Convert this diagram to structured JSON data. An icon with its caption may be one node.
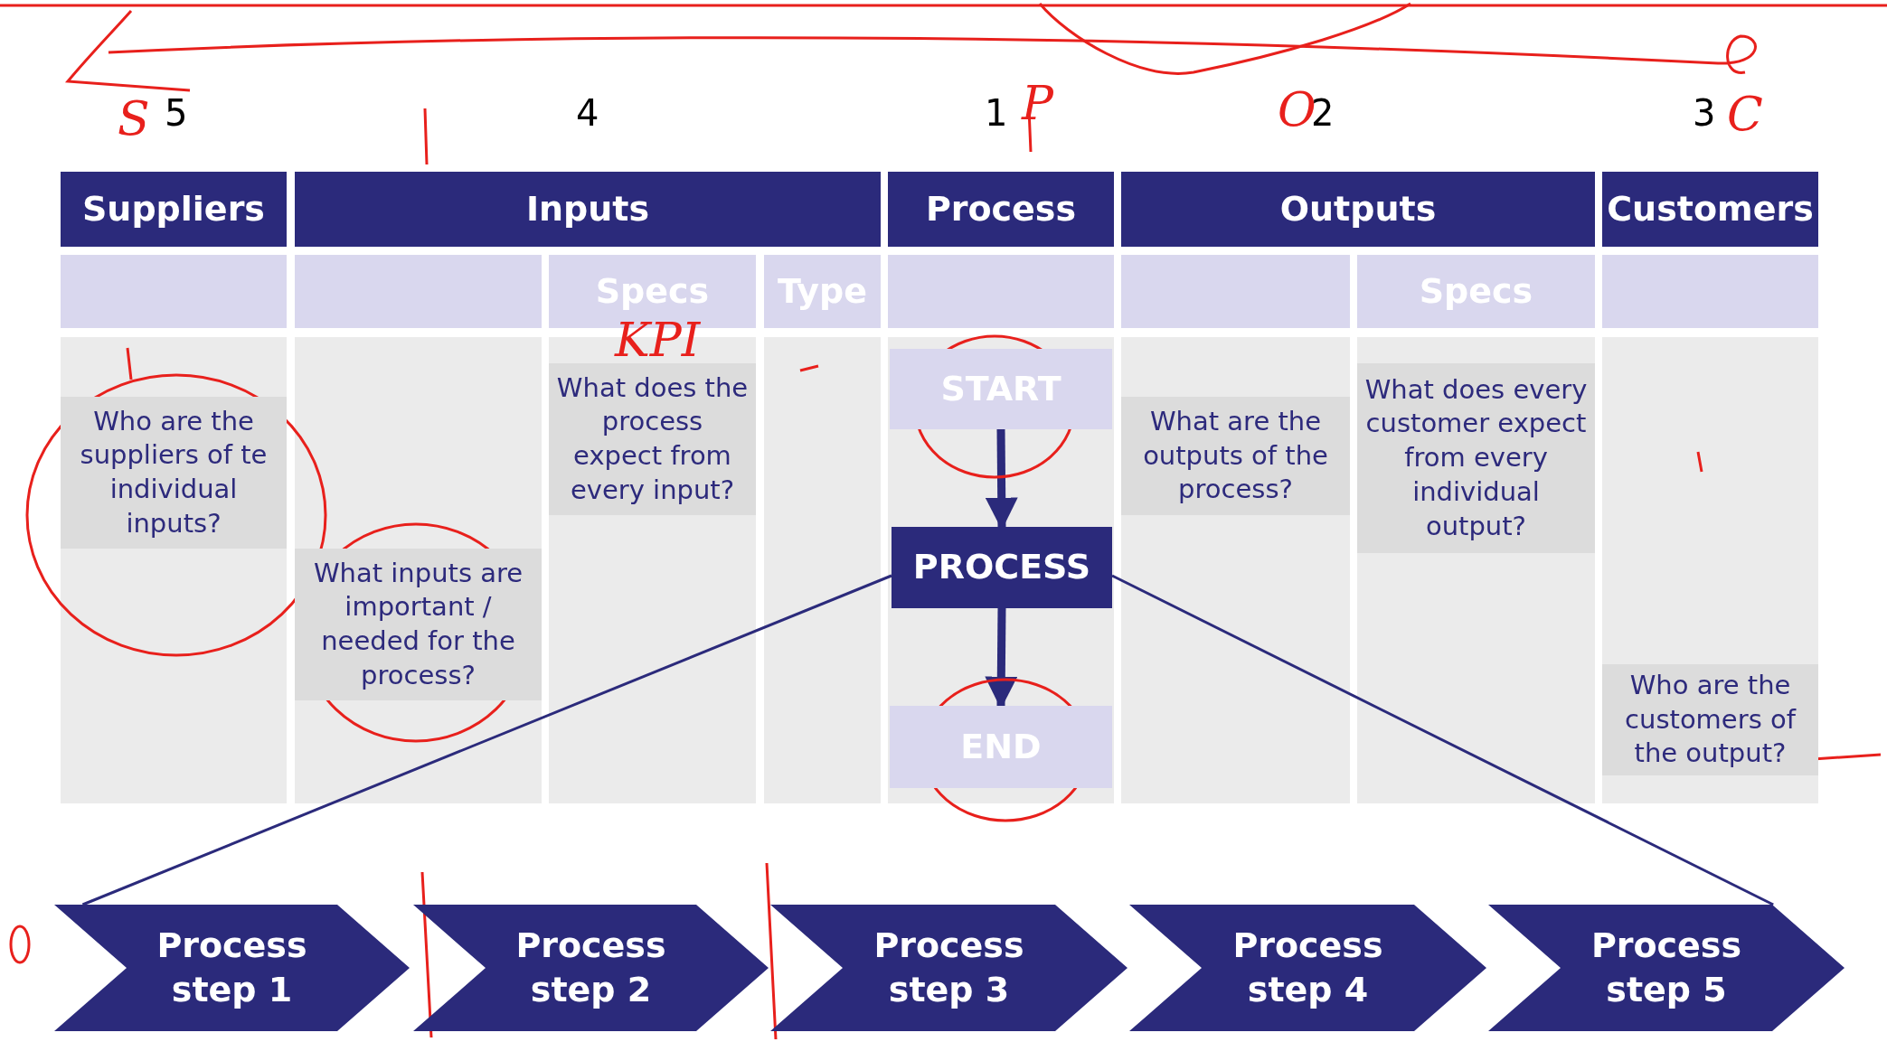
{
  "diagram": {
    "nodes": [
      {
        "text": [
          "Suppliers"
        ]
      },
      {
        "text": [
          "Inputs"
        ]
      },
      {
        "text": [
          "Process"
        ]
      },
      {
        "text": [
          "Outputs"
        ]
      },
      {
        "text": [
          "Customers"
        ]
      },
      {
        "text": [],
        "shape": "box"
      },
      {
        "text": [],
        "shape": "box"
      },
      {
        "text": [
          "Specs"
        ]
      },
      {
        "text": [
          "Type"
        ]
      },
      {
        "text": [],
        "shape": "box"
      },
      {
        "text": [],
        "shape": "box"
      },
      {
        "text": [
          "Specs"
        ]
      },
      {
        "text": [],
        "shape": "box"
      },
      {
        "text": [
          "Who are the suppliers of te individual inputs?"
        ]
      },
      {
        "text": [
          "What inputs are important / needed for the process?"
        ]
      },
      {
        "text": [
          "What does the process expect from every input?"
        ]
      },
      {
        "text": [
          "START"
        ]
      },
      {
        "text": [
          "PROCESS"
        ]
      },
      {
        "text": [
          "END"
        ]
      },
      {
        "text": [
          "What are the outputs of the process?"
        ]
      },
      {
        "text": [
          "What does every customer expect from every individual output?"
        ]
      },
      {
        "text": [
          "Who are the customers of the output?"
        ]
      },
      {
        "text": [
          "Process step 1"
        ]
      },
      {
        "text": [
          "Process step 2"
        ]
      },
      {
        "text": [
          "Process step 3"
        ]
      },
      {
        "text": [
          "Process step 4"
        ]
      },
      {
        "text": [
          "Process step 5"
        ]
      }
    ],
    "edges": [
      {
        "from": 16,
        "to": 17,
        "arrow": "to",
        "style": "thick"
      },
      {
        "from": 17,
        "to": 18,
        "arrow": "to",
        "style": "thick"
      },
      {
        "from": 17,
        "to": 22,
        "arrow": "none"
      },
      {
        "from": 17,
        "to": 26,
        "arrow": "none"
      }
    ],
    "labels": [
      "S",
      "5",
      "4",
      "1",
      "P",
      "O",
      "2",
      "3",
      "C",
      "KPI"
    ]
  }
}
